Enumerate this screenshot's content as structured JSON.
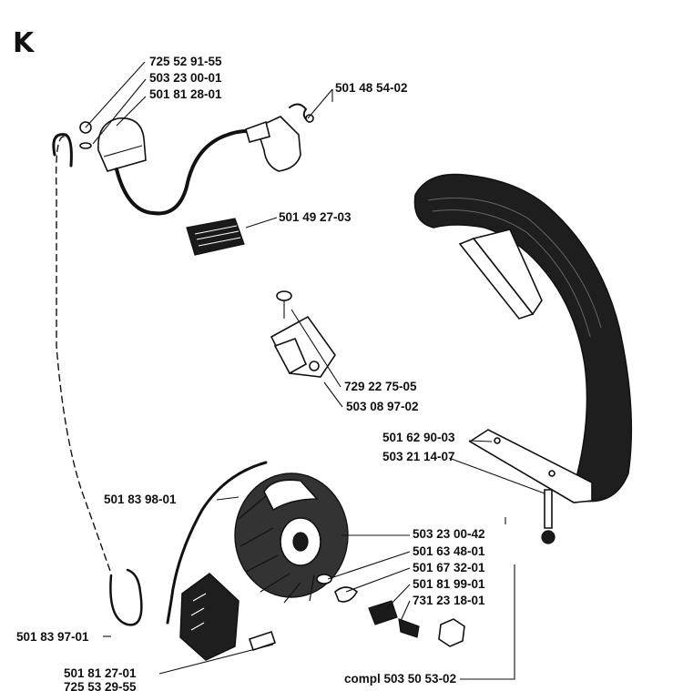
{
  "section_letter": "K",
  "labels": {
    "l1": "725 52 91-55",
    "l2": "503 23 00-01",
    "l3": "501 81 28-01",
    "l4": "501 48 54-02",
    "l5": "501 49 27-03",
    "l6": "729 22 75-05",
    "l7": "503 08 97-02",
    "l8": "501 62 90-03",
    "l9": "503 21 14-07",
    "l10": "501 83 98-01",
    "l11": "503 23 00-42",
    "l12": "501 63 48-01",
    "l13": "501 67 32-01",
    "l14": "501 81 99-01",
    "l15": "731 23 18-01",
    "l16": "501 83 97-01",
    "l17": "501 81 27-01",
    "l18": "725 53 29-55",
    "l19": "compl 503 50 53-02"
  }
}
